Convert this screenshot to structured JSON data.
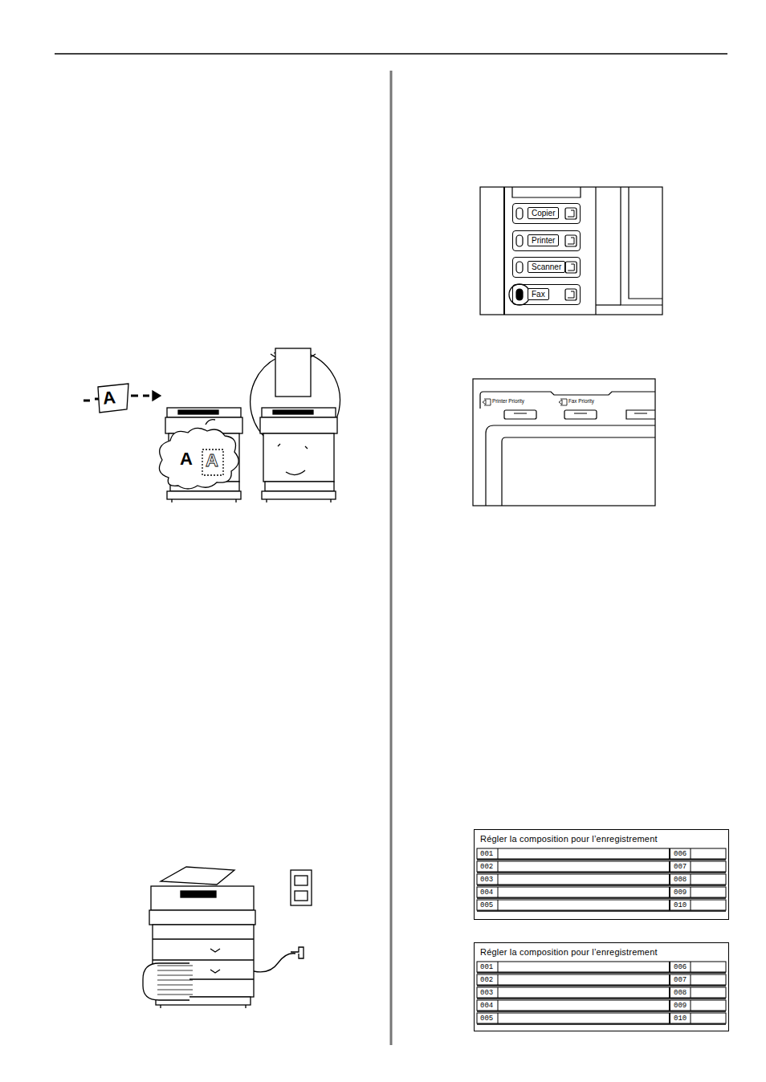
{
  "diagram": {
    "nodes": [
      {
        "text": [
          "Copier"
        ]
      },
      {
        "text": [
          "Printer"
        ]
      },
      {
        "text": [
          "Scanner"
        ]
      },
      {
        "text": [
          "Fax"
        ]
      },
      {
        "text": [
          "Printer Priority"
        ]
      },
      {
        "text": [
          "Fax Priority"
        ]
      },
      {
        "text": [
          "Régler la composition pour l’enregistrement"
        ]
      },
      {
        "text": [
          "Régler la composition pour l’enregistrement"
        ]
      }
    ],
    "labels": [
      "A",
      "A",
      "A",
      "001",
      "006",
      "002",
      "007",
      "003",
      "008",
      "004",
      "009",
      "005",
      "010",
      "001",
      "006",
      "002",
      "007",
      "003",
      "008",
      "004",
      "009",
      "005",
      "010"
    ]
  }
}
